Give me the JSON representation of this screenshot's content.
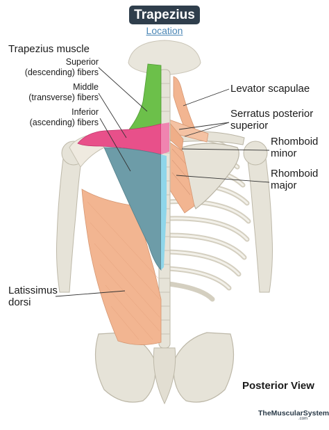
{
  "header": {
    "title": "Trapezius",
    "subtitle": "Location"
  },
  "labels": {
    "trapezius_muscle": "Trapezius muscle",
    "superior_line1": "Superior",
    "superior_line2": "(descending) fibers",
    "middle_line1": "Middle",
    "middle_line2": "(transverse) fibers",
    "inferior_line1": "Inferior",
    "inferior_line2": "(ascending) fibers",
    "levator_scapulae": "Levator scapulae",
    "serratus_line1": "Serratus posterior",
    "serratus_line2": "superior",
    "rhomboid_minor_line1": "Rhomboid",
    "rhomboid_minor_line2": "minor",
    "rhomboid_major_line1": "Rhomboid",
    "rhomboid_major_line2": "major",
    "latissimus_line1": "Latissimus",
    "latissimus_line2": "dorsi"
  },
  "footer": {
    "view": "Posterior View",
    "brand": "TheMuscularSystem",
    "brand_suffix": ".com"
  },
  "colors": {
    "superior_fibers": "#6cc04a",
    "middle_fibers": "#e8508a",
    "inferior_fibers": "#6d9ca8",
    "muscle": "#f2b591",
    "bone": "#e6e3d8",
    "title_bg": "#2f3e4c"
  }
}
